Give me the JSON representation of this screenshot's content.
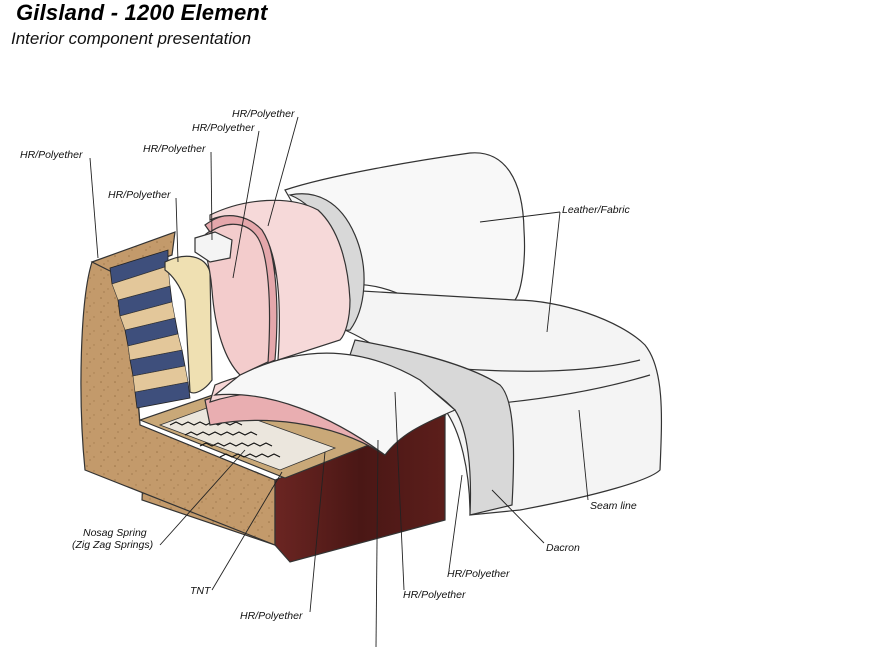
{
  "header": {
    "title": "Gilsland - 1200 Element",
    "subtitle": "Interior component presentation"
  },
  "labels": {
    "hr1": "HR/Polyether",
    "hr2": "HR/Polyether",
    "hr3": "HR/Polyether",
    "hr4": "HR/Polyether",
    "hr5": "HR/Polyether",
    "leather": "Leather/Fabric",
    "seam": "Seam line",
    "dacron": "Dacron",
    "hr6": "HR/Polyether",
    "hr7": "HR/Polyether",
    "hr8": "HR/Polyether",
    "tnt": "TNT",
    "nosag1": "Nosag Spring",
    "nosag2": "(Zig Zag Springs)"
  },
  "colors": {
    "wood": "#c29a6c",
    "foam_pink": "#f2c9c9",
    "foam_pink_dark": "#e7a9ad",
    "foam_cream": "#efe2b6",
    "upholstery": "#f7f7f7",
    "dacron_grey": "#d9d9d9",
    "slat_blue": "#3d4d7a",
    "dark_wood": "#5a1f1c"
  }
}
